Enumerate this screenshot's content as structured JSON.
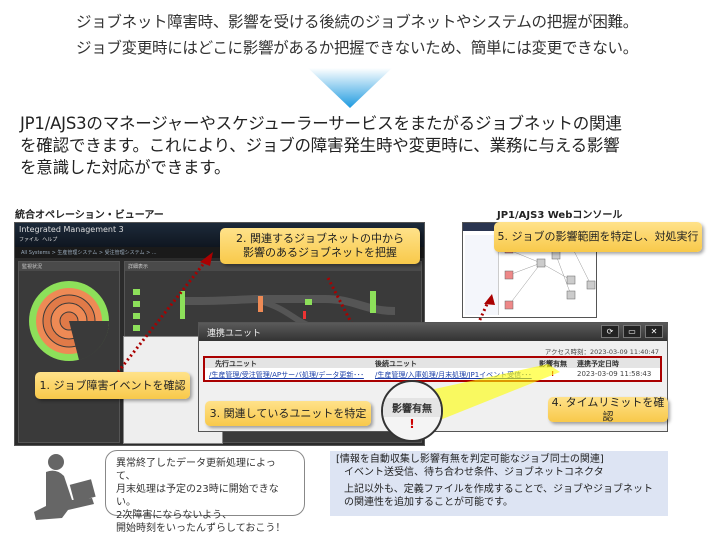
{
  "header": {
    "line1": "ジョブネット障害時、影響を受ける後続のジョブネットやシステムの把握が困難。",
    "line2": "ジョブ変更時にはどこに影響があるか把握できないため、簡単には変更できない。"
  },
  "solution": {
    "line1": "JP1/AJS3のマネージャーやスケジューラーサービスをまたがるジョブネットの関連",
    "line2": "を確認できます。これにより、ジョブの障害発生時や変更時に、業務に与える影響",
    "line3": "を意識した対応ができます。"
  },
  "viewer": {
    "label": "統合オペレーション・ビューアー",
    "app_title": "Integrated Management 3",
    "menu": [
      "ファイル",
      "ヘルプ"
    ],
    "breadcrumb": "All Systems > 生産管理システム > 受注管理システム > ... ",
    "left_pane": "監視状況",
    "right_pane": "詳細表示"
  },
  "webconsole": {
    "label": "JP1/AJS3 Webコンソール"
  },
  "dialog": {
    "title": "連携ユニット",
    "access_time": "アクセス時刻：2023-03-09 11:40:47",
    "columns": [
      "先行ユニット",
      "後続ユニット",
      "影響有無",
      "連携予定日時"
    ],
    "row": {
      "preceding": "/生産管理/受注管理/APサーバ処理/データ更新･･･",
      "following": "/生産管理/入庫処理/月末処理/JP1イベント受信･･･",
      "impact": "!",
      "scheduled": "2023-03-09 11:58:43"
    },
    "magnifier_header": "影響有無",
    "magnifier_value": "!"
  },
  "callouts": {
    "c1": "1. ジョブ障害イベントを確認",
    "c2_line1": "2. 関連するジョブネットの中から",
    "c2_line2": "影響のあるジョブネットを把握",
    "c3": "3. 関連しているユニットを特定",
    "c4": "4. タイムリミットを確認",
    "c5": "5. ジョブの影響範囲を特定し、対処実行"
  },
  "operator_speech": {
    "lines": [
      "異常終了したデータ更新処理によって、",
      "月末処理は予定の23時に開始できない。",
      "2次障害にならないよう、",
      "開始時刻をいったんずらしておこう！"
    ]
  },
  "info": {
    "heading": "[情報を自動収集し影響有無を判定可能なジョブ同士の関連]",
    "types": "イベント送受信、待ち合わせ条件、ジョブネットコネクタ",
    "note": "上記以外も、定義ファイルを作成することで、ジョブやジョブネットの関連性を追加することが可能です。"
  },
  "colors": {
    "callout": "#f8c94a",
    "alert": "#a00000",
    "link": "#1a3ea8",
    "info_bg": "#dde4f3"
  }
}
